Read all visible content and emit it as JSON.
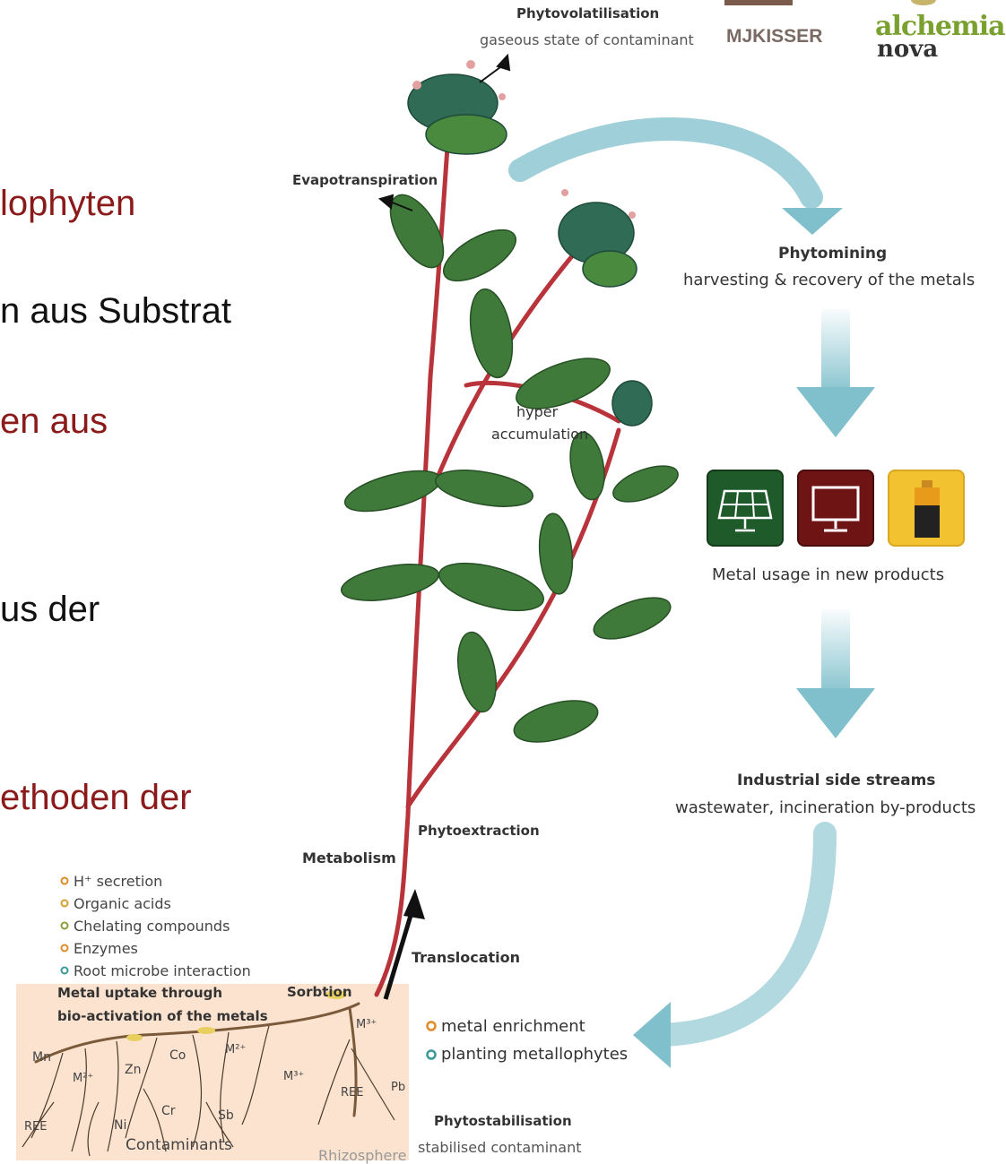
{
  "slide_fragments": [
    {
      "text": "lophyten",
      "color": "#8b1a1a"
    },
    {
      "text": "n aus Substrat",
      "color": "#111111"
    },
    {
      "text": "en aus",
      "color": "#8b1a1a"
    },
    {
      "text": "us der",
      "color": "#111111"
    },
    {
      "text": "ethoden der",
      "color": "#8b1a1a"
    }
  ],
  "logos": {
    "mjkisser": "MJKISSER",
    "alchemia_top": "alchemia",
    "alchemia_bottom": "nova"
  },
  "diagram": {
    "phytovolatilisation_title": "Phytovolatilisation",
    "phytovolatilisation_sub": "gaseous state of contaminant",
    "evapotranspiration": "Evapotranspiration",
    "phytomining_title": "Phytomining",
    "phytomining_sub": "harvesting & recovery of the metals",
    "hyper_line1": "hyper",
    "hyper_line2": "accumulation",
    "metal_usage": "Metal usage in new products",
    "industrial_title": "Industrial side streams",
    "industrial_sub": "wastewater, incineration by-products",
    "phytoextraction": "Phytoextraction",
    "metabolism": "Metabolism",
    "translocation": "Translocation",
    "sorbtion": "Sorbtion",
    "root_processes": [
      "H⁺ secretion",
      "Organic acids",
      "Chelating compounds",
      "Enzymes",
      "Root microbe interaction"
    ],
    "metal_uptake_line1": "Metal uptake through",
    "metal_uptake_line2": "bio-activation of the metals",
    "contaminants": "Contaminants",
    "rhizosphere": "Rhizosphere",
    "enrichment_items": [
      "metal enrichment",
      "planting metallophytes"
    ],
    "phytostabilisation_title": "Phytostabilisation",
    "phytostabilisation_sub": "stabilised contaminant",
    "metals": {
      "mn": "Mn",
      "m2_left": "M²⁺",
      "zn": "Zn",
      "co": "Co",
      "m2_right": "M²⁺",
      "cr": "Cr",
      "ni": "Ni",
      "ree_left": "REE",
      "sb": "Sb",
      "m3_mid": "M³⁺",
      "m3_right": "M³⁺",
      "ree_right": "REE",
      "pb": "Pb"
    }
  },
  "icons": [
    "solar-panel-icon",
    "monitor-icon",
    "battery-icon"
  ],
  "colors": {
    "accent_red": "#8b1a1a",
    "arrow_teal": "#7fc0cc",
    "rhizosphere_bg": "#fbe3cf",
    "stem": "#b8333a",
    "leaf": "#3f7a3a",
    "solar_bg": "#1f5a2a",
    "monitor_bg": "#6e1414",
    "battery_bg": "#f2c230"
  }
}
